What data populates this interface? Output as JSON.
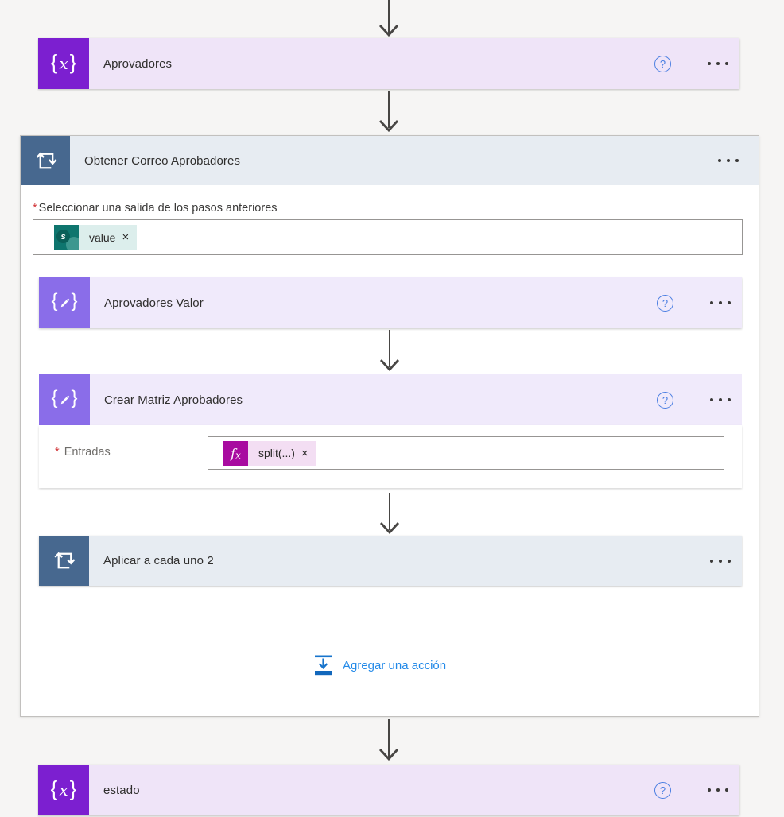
{
  "canvas": {
    "background": "#f6f5f4"
  },
  "colors": {
    "variable_icon_bg": "#7c1fd0",
    "variable_header_bg": "#efe4f8",
    "compose_icon_bg": "#8a6de9",
    "compose_header_bg": "#f0eafb",
    "loop_icon_bg": "#47688f",
    "loop_header_bg": "#e7ecf2",
    "sharepoint_icon_bg": "#0e756e",
    "sharepoint_pill_bg": "#dceeec",
    "fx_icon_bg": "#a80ba0",
    "fx_pill_bg": "#f3def3",
    "link_blue": "#2289e8",
    "help_blue": "#4a7ee2",
    "connector_gray": "#484644"
  },
  "icons": {
    "variable": "curly-braces-x",
    "compose": "curly-braces-pencil",
    "foreach": "loop-rect-arrows",
    "sharepoint": "sharepoint-logo",
    "fx": "function-fx",
    "help": "question-mark-circle",
    "more": "ellipsis-three-dots",
    "add_action": "insert-action-down-arrow",
    "connector": "down-arrow"
  },
  "cards": {
    "aprovadores": {
      "title": "Aprovadores"
    },
    "obtener_correo": {
      "title": "Obtener Correo Aprobadores",
      "required_mark": "*",
      "field_label": "Seleccionar una salida de los pasos anteriores",
      "token_label": "value",
      "token_remove": "×"
    },
    "aprovadores_valor": {
      "title": "Aprovadores Valor"
    },
    "crear_matriz": {
      "title": "Crear Matriz Aprobadores",
      "required_mark": "*",
      "field_label": "Entradas",
      "token_label": "split(...)",
      "token_remove": "×"
    },
    "aplicar_cada_uno": {
      "title": "Aplicar a cada uno 2"
    },
    "estado": {
      "title": "estado"
    }
  },
  "add_action_label": "Agregar una acción",
  "glyphs": {
    "brace_open": "{",
    "brace_close": "}",
    "var_x": "x",
    "fx_f": "f",
    "fx_x": "x",
    "sharepoint_s": "s",
    "help": "?"
  }
}
